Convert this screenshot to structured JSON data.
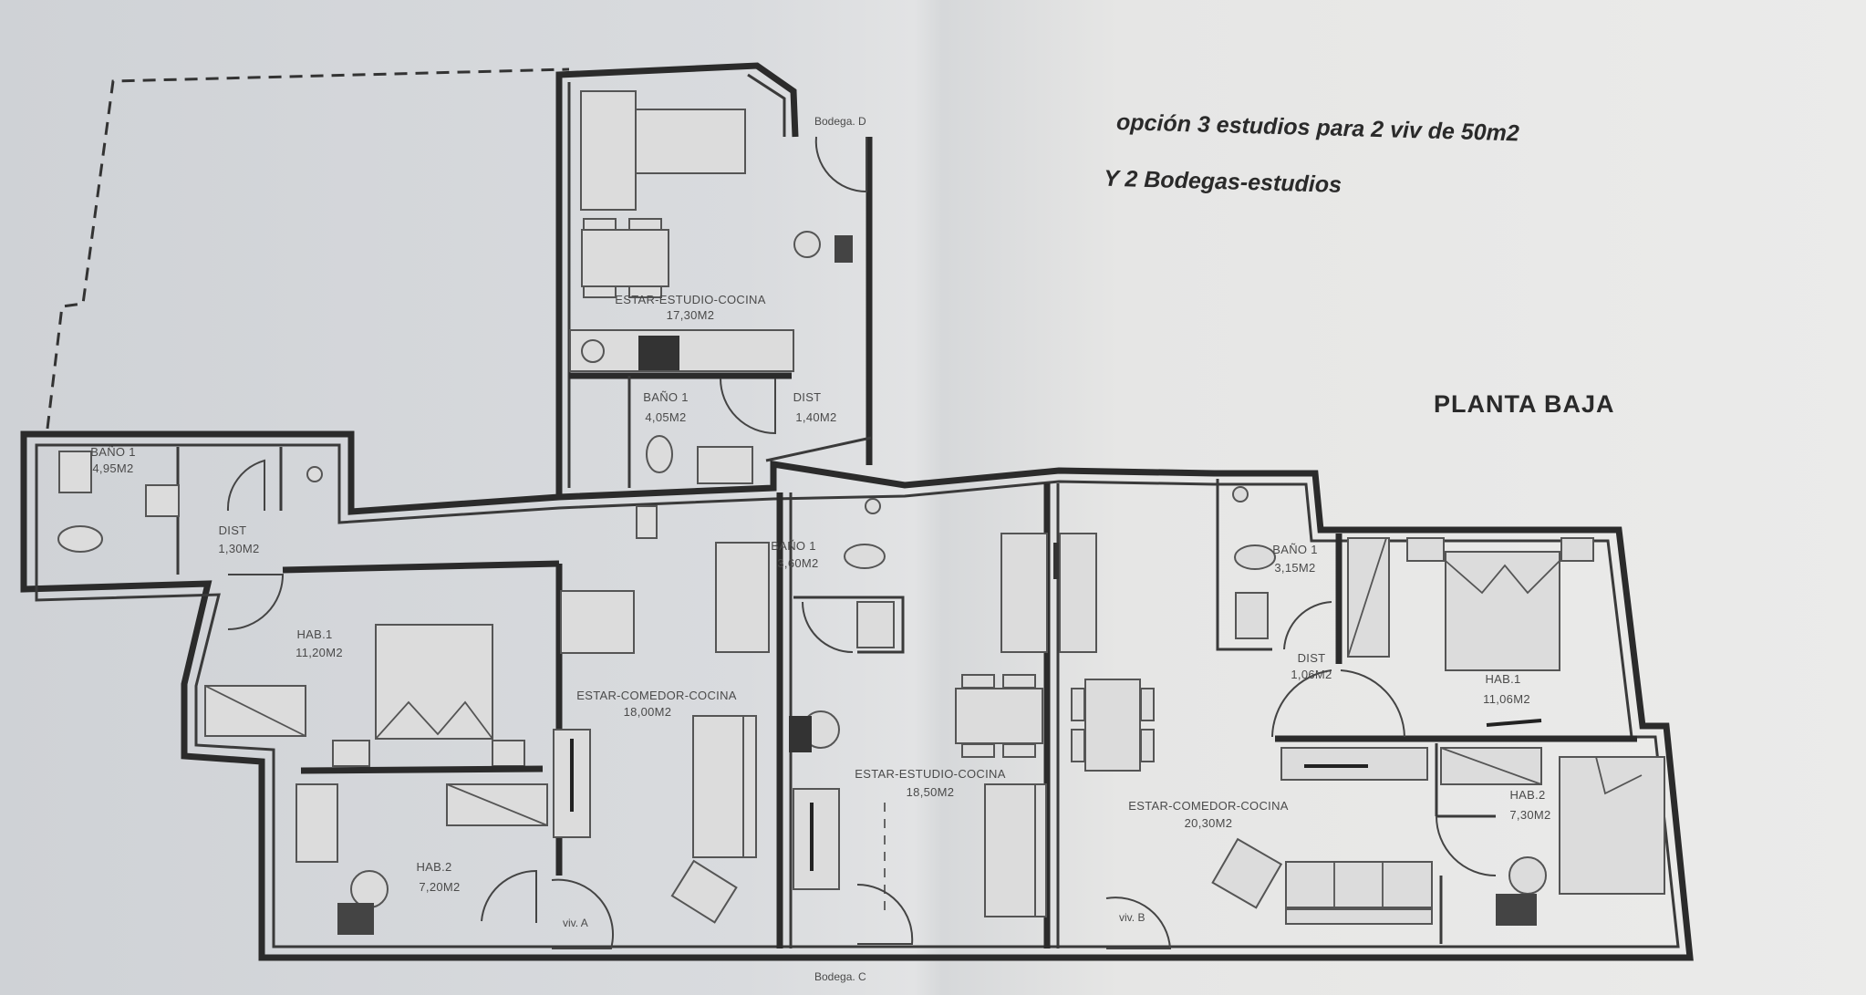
{
  "header": {
    "title_line1": "opción 3 estudios para 2 viv de 50m2",
    "title_line2": "Y 2 Bodegas-estudios",
    "plan_name": "PLANTA BAJA"
  },
  "rooms": {
    "viv_a": {
      "bano": {
        "name": "BAÑO 1",
        "area": "4,95M2"
      },
      "dist": {
        "name": "DIST",
        "area": "1,30M2"
      },
      "hab1": {
        "name": "HAB.1",
        "area": "11,20M2"
      },
      "estar": {
        "name": "ESTAR-COMEDOR-COCINA",
        "area": "18,00M2"
      },
      "hab2": {
        "name": "HAB.2",
        "area": "7,20M2"
      },
      "entry": "viv. A"
    },
    "bodega_d": {
      "label": "Bodega. D",
      "estar": {
        "name": "ESTAR-ESTUDIO-COCINA",
        "area": "17,30M2"
      },
      "bano": {
        "name": "BAÑO 1",
        "area": "4,05M2"
      },
      "dist": {
        "name": "DIST",
        "area": "1,40M2"
      }
    },
    "bodega_c": {
      "label": "Bodega. C",
      "bano": {
        "name": "BAÑO 1",
        "area": "3,60M2"
      },
      "estar": {
        "name": "ESTAR-ESTUDIO-COCINA",
        "area": "18,50M2"
      }
    },
    "viv_b": {
      "bano": {
        "name": "BAÑO 1",
        "area": "3,15M2"
      },
      "dist": {
        "name": "DIST",
        "area": "1,06M2"
      },
      "hab1": {
        "name": "HAB.1",
        "area": "11,06M2"
      },
      "estar": {
        "name": "ESTAR-COMEDOR-COCINA",
        "area": "20,30M2"
      },
      "hab2": {
        "name": "HAB.2",
        "area": "7,30M2"
      },
      "entry": "viv. B"
    }
  }
}
